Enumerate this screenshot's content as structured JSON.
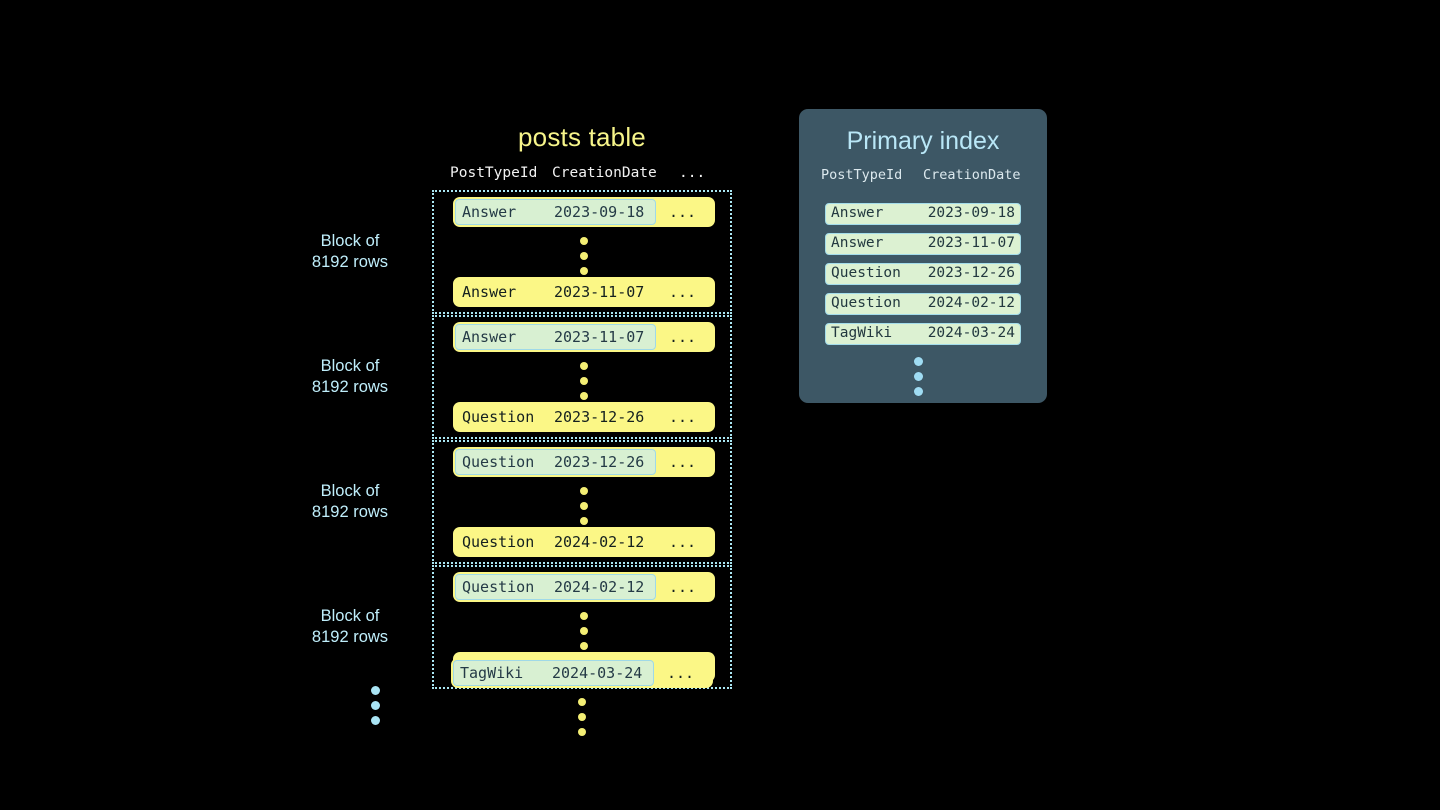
{
  "background_color": "#000000",
  "colors": {
    "row_yellow": "#fbf786",
    "highlight_mint": "#d8f0d2",
    "highlight_border": "#9fd9e8",
    "accent_blue": "#a9e6f2",
    "title_yellow": "#f7f58a",
    "panel_slate": "#3d5765",
    "dot_yellow": "#f4ef74"
  },
  "posts_table": {
    "title": "posts table",
    "columns": [
      "PostTypeId",
      "CreationDate",
      "..."
    ],
    "more_glyph": "...",
    "blocks": [
      {
        "label": "Block of\n8192 rows",
        "first_row": {
          "type": "Answer",
          "date": "2023-09-18",
          "more": "...",
          "highlighted": true
        },
        "last_row": {
          "type": "Answer",
          "date": "2023-11-07",
          "more": "...",
          "highlighted": false
        }
      },
      {
        "label": "Block of\n8192 rows",
        "first_row": {
          "type": "Answer",
          "date": "2023-11-07",
          "more": "...",
          "highlighted": true
        },
        "last_row": {
          "type": "Question",
          "date": "2023-12-26",
          "more": "...",
          "highlighted": false
        }
      },
      {
        "label": "Block of\n8192 rows",
        "first_row": {
          "type": "Question",
          "date": "2023-12-26",
          "more": "...",
          "highlighted": true
        },
        "last_row": {
          "type": "Question",
          "date": "2024-02-12",
          "more": "...",
          "highlighted": false
        }
      },
      {
        "label": "Block of\n8192 rows",
        "first_row": {
          "type": "Question",
          "date": "2024-02-12",
          "more": "...",
          "highlighted": true
        },
        "last_row": {
          "type": "TagWiki",
          "date": "2024-03-24",
          "more": "...",
          "highlighted": false
        }
      }
    ],
    "trailing_row": {
      "type": "TagWiki",
      "date": "2024-03-24",
      "more": "...",
      "highlighted": true
    }
  },
  "primary_index": {
    "title": "Primary index",
    "columns": [
      "PostTypeId",
      "CreationDate"
    ],
    "rows": [
      {
        "type": "Answer",
        "date": "2023-09-18"
      },
      {
        "type": "Answer",
        "date": "2023-11-07"
      },
      {
        "type": "Question",
        "date": "2023-12-26"
      },
      {
        "type": "Question",
        "date": "2024-02-12"
      },
      {
        "type": "TagWiki",
        "date": "2024-03-24"
      }
    ]
  }
}
